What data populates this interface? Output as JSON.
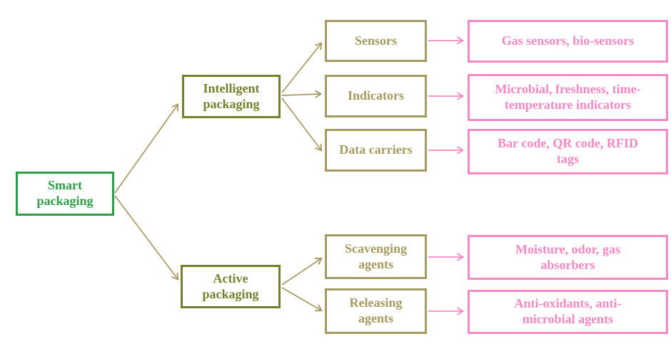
{
  "colors": {
    "root_green": "#2d9e46",
    "branch_olive": "#76802c",
    "category_tan": "#a69a60",
    "example_pink": "#f888c4",
    "background": "#ffffff"
  },
  "root": {
    "label": "Smart packaging"
  },
  "branches": [
    {
      "label": "Intelligent packaging",
      "children": [
        {
          "category": "Sensors",
          "examples": "Gas sensors, bio-sensors"
        },
        {
          "category": "Indicators",
          "examples": "Microbial, freshness, time-temperature indicators"
        },
        {
          "category": "Data carriers",
          "examples": "Bar code, QR code, RFID tags"
        }
      ]
    },
    {
      "label": "Active packaging",
      "children": [
        {
          "category": "Scavenging agents",
          "examples": "Moisture, odor, gas absorbers"
        },
        {
          "category": "Releasing agents",
          "examples": "Anti-oxidants, anti-microbial agents"
        }
      ]
    }
  ]
}
